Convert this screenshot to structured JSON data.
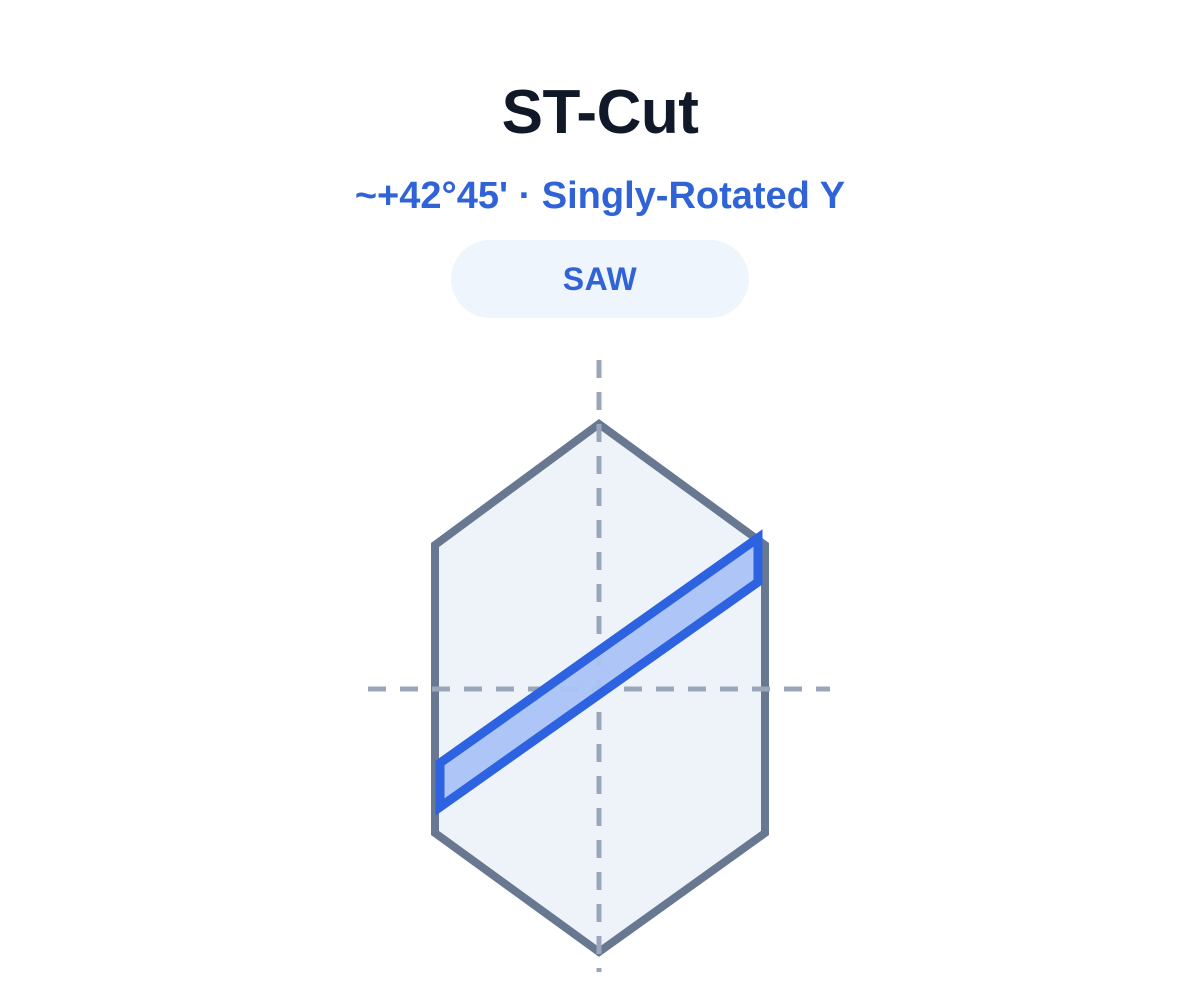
{
  "header": {
    "title": "ST-Cut",
    "subtitle": "~+42°45' · Singly-Rotated Y",
    "badge": "SAW"
  },
  "diagram": {
    "shape": "hexagon",
    "cut_angle_label": "~+42°45'",
    "colors": {
      "crystal_fill": "#eef3f9",
      "crystal_stroke": "#687891",
      "axis": "#9aa7ba",
      "plate_fill": "#a9c3f7",
      "plate_stroke": "#2d62e0"
    },
    "icons": [
      "crystal-hexagon",
      "cut-plate",
      "vertical-axis",
      "horizontal-axis"
    ]
  }
}
